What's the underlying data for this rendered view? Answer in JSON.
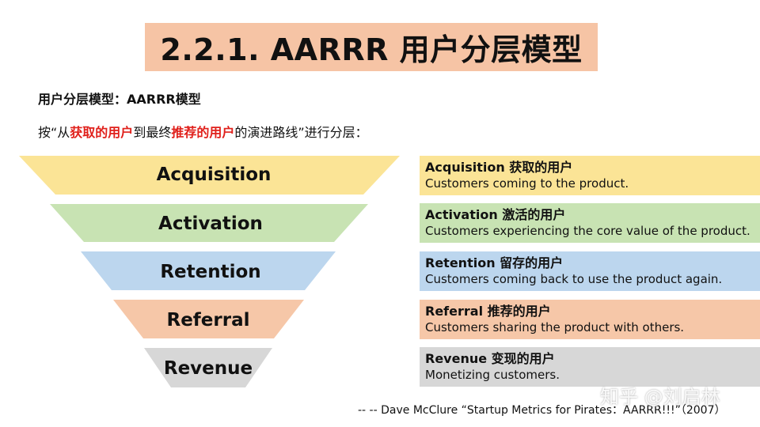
{
  "title": "2.2.1. AARRR 用户分层模型",
  "subtitle": "用户分层模型：AARRR模型",
  "intro": {
    "prefix": "按“从",
    "highlight1": "获取的用户",
    "middle": "到最终",
    "highlight2": "推荐的用户",
    "suffix": "的演进路线”进行分层：",
    "highlight_color": "#e0201b"
  },
  "stages": [
    {
      "name": "Acquisition",
      "heading": "Acquisition 获取的用户",
      "desc": "Customers coming to the product.",
      "color": "#fbe496"
    },
    {
      "name": "Activation",
      "heading": "Activation 激活的用户",
      "desc": "Customers experiencing the core value of the product.",
      "color": "#c8e3b3"
    },
    {
      "name": "Retention",
      "heading": "Retention 留存的用户",
      "desc": "Customers coming back to use the product again.",
      "color": "#bcd6ee"
    },
    {
      "name": "Referral",
      "heading": "Referral 推荐的用户",
      "desc": "Customers sharing the product with others.",
      "color": "#f6c7a8"
    },
    {
      "name": "Revenue",
      "heading": "Revenue 变现的用户",
      "desc": "Monetizing customers.",
      "color": "#d7d7d7"
    }
  ],
  "credit": "-- -- Dave McClure “Startup Metrics for Pirates：AARRR!!!”（2007）",
  "watermark": "知乎 @刘启林",
  "colors": {
    "title_bg": "#f6c4a5"
  }
}
